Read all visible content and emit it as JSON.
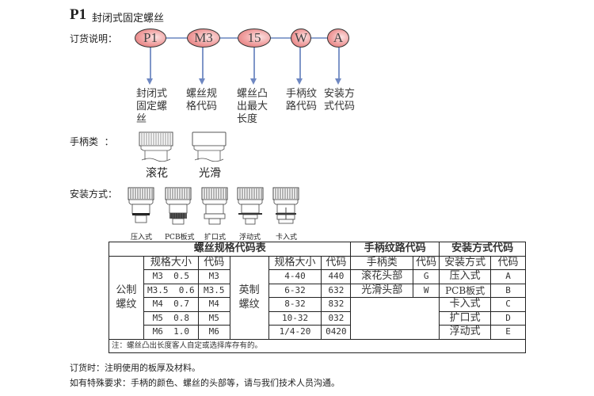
{
  "header": {
    "code": "P1",
    "title": "封闭式固定螺丝"
  },
  "order": {
    "label": "订货说明：",
    "codes": [
      "P1",
      "M3",
      "15",
      "W",
      "A"
    ],
    "descriptions": [
      [
        "封闭式",
        "固定螺",
        "丝"
      ],
      [
        "螺丝规",
        "格代码"
      ],
      [
        "螺丝凸",
        "出最大",
        "长度"
      ],
      [
        "手柄纹",
        "路代码"
      ],
      [
        "安装方",
        "式代码"
      ]
    ],
    "colors": {
      "oval_fill": "#e88585",
      "connector": "#8ea4cf",
      "arrow": "#6f88c2"
    }
  },
  "handle": {
    "label": "手柄类  ：",
    "types": [
      {
        "icon": "knurled-knob-icon",
        "label": "滚花"
      },
      {
        "icon": "smooth-knob-icon",
        "label": "光滑"
      }
    ]
  },
  "install": {
    "label": "安装方式：",
    "types": [
      {
        "icon": "press-fit-icon",
        "label": "压入式"
      },
      {
        "icon": "pcb-mount-icon",
        "label": "PCB板式"
      },
      {
        "icon": "flare-mount-icon",
        "label": "扩口式"
      },
      {
        "icon": "floating-mount-icon",
        "label": "浮动式"
      },
      {
        "icon": "snap-in-icon",
        "label": "卡入式"
      }
    ]
  },
  "table": {
    "thread_title": "螺丝规格代码表",
    "handle_title": "手柄纹路代码",
    "install_title": "安装方式代码",
    "metric_label": "公制螺纹",
    "imperial_label": "英制螺纹",
    "col_size": "规格大小",
    "col_code": "代码",
    "col_handle": "手柄类",
    "col_install": "安装方式",
    "metric": [
      {
        "size": "M3  0.5",
        "code": "M3"
      },
      {
        "size": "M3.5  0.6",
        "code": "M3.5"
      },
      {
        "size": "M4  0.7",
        "code": "M4"
      },
      {
        "size": "M5  0.8",
        "code": "M5"
      },
      {
        "size": "M6  1.0",
        "code": "M6"
      }
    ],
    "imperial": [
      {
        "size": "4-40",
        "code": "440"
      },
      {
        "size": "6-32",
        "code": "632"
      },
      {
        "size": "8-32",
        "code": "832"
      },
      {
        "size": "10-32",
        "code": "032"
      },
      {
        "size": "1/4-20",
        "code": "0420"
      }
    ],
    "handles": [
      {
        "type": "滚花头部",
        "code": "G"
      },
      {
        "type": "光滑头部",
        "code": "W"
      }
    ],
    "installs": [
      {
        "type": "压入式",
        "code": "A"
      },
      {
        "type": "PCB板式",
        "code": "B"
      },
      {
        "type": "卡入式",
        "code": "C"
      },
      {
        "type": "扩口式",
        "code": "D"
      },
      {
        "type": "浮动式",
        "code": "E"
      }
    ],
    "note": "注：螺丝凸出长度客人自定或选择库存有的。"
  },
  "footer": {
    "line1": "订货时：注明使用的板厚及材料。",
    "line2": "如有特殊要求：手柄的颜色、螺丝的头部等，请与我们技术人员沟通。"
  }
}
